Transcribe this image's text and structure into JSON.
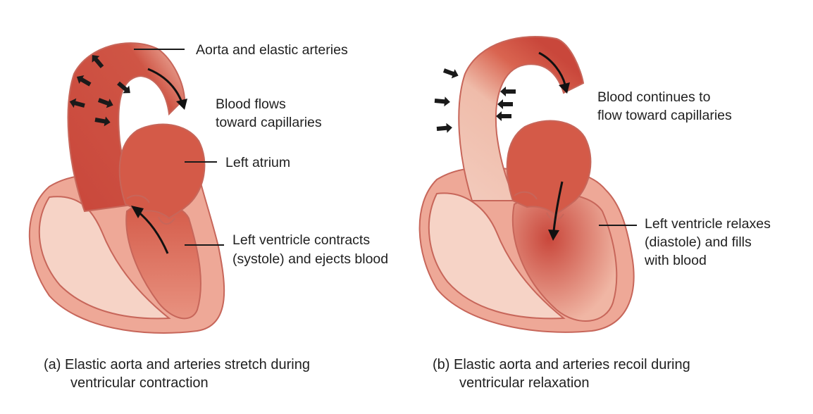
{
  "panels": [
    {
      "id": "a",
      "callouts": {
        "aorta": "Aorta and elastic arteries",
        "flow": [
          "Blood flows",
          "toward capillaries"
        ],
        "atrium": "Left atrium",
        "ventricle": [
          "Left ventricle contracts",
          "(systole) and ejects blood"
        ]
      },
      "caption": [
        "(a) Elastic aorta and arteries stretch during",
        "ventricular contraction"
      ]
    },
    {
      "id": "b",
      "callouts": {
        "flow": [
          "Blood continues to",
          "flow toward capillaries"
        ],
        "ventricle": [
          "Left ventricle relaxes",
          "(diastole) and fills",
          "with blood"
        ]
      },
      "caption": [
        "(b) Elastic aorta and arteries recoil during",
        "ventricular relaxation"
      ]
    }
  ],
  "colors": {
    "blood_dark": "#c9473b",
    "blood_mid": "#dd7a68",
    "wall": "#eea897",
    "chamber_light": "#f6d3c6",
    "outline": "#c7665a",
    "arrow": "#1a1a1a"
  }
}
